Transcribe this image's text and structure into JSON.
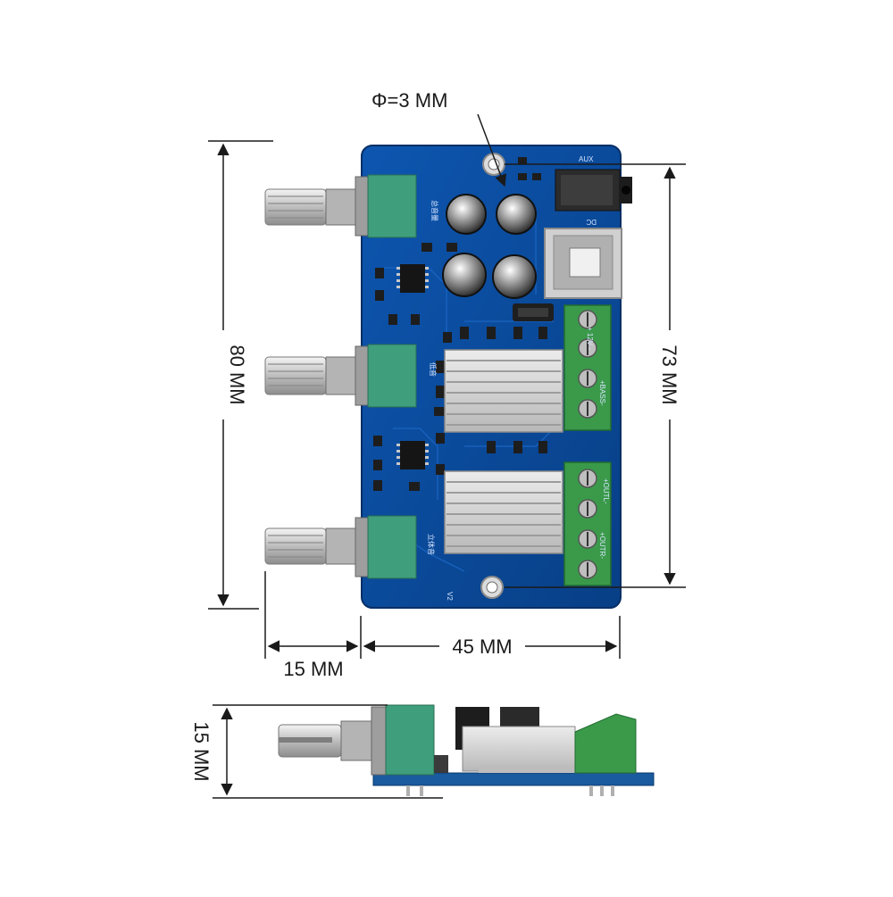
{
  "dimensions": {
    "hole_diameter": "Φ=3 MM",
    "board_height": "80 MM",
    "hole_spacing": "73 MM",
    "board_width": "45 MM",
    "knob_length": "15 MM",
    "profile_height": "15 MM"
  },
  "silkscreen": {
    "aux": "AUX",
    "dc": "DC",
    "power": "+ 12V -",
    "bass": "+BASS-",
    "out_l": "+OUTL-",
    "out_r": "+OUTR-",
    "version": "V2",
    "pot_volume": "总音量",
    "pot_bass": "低音",
    "pot_stereo": "立体音"
  },
  "colors": {
    "pcb": "#0b4a9c",
    "pot_green": "#3f9e7c",
    "terminal_green": "#3a9a4a",
    "heatsink": "#d8d8d8"
  }
}
